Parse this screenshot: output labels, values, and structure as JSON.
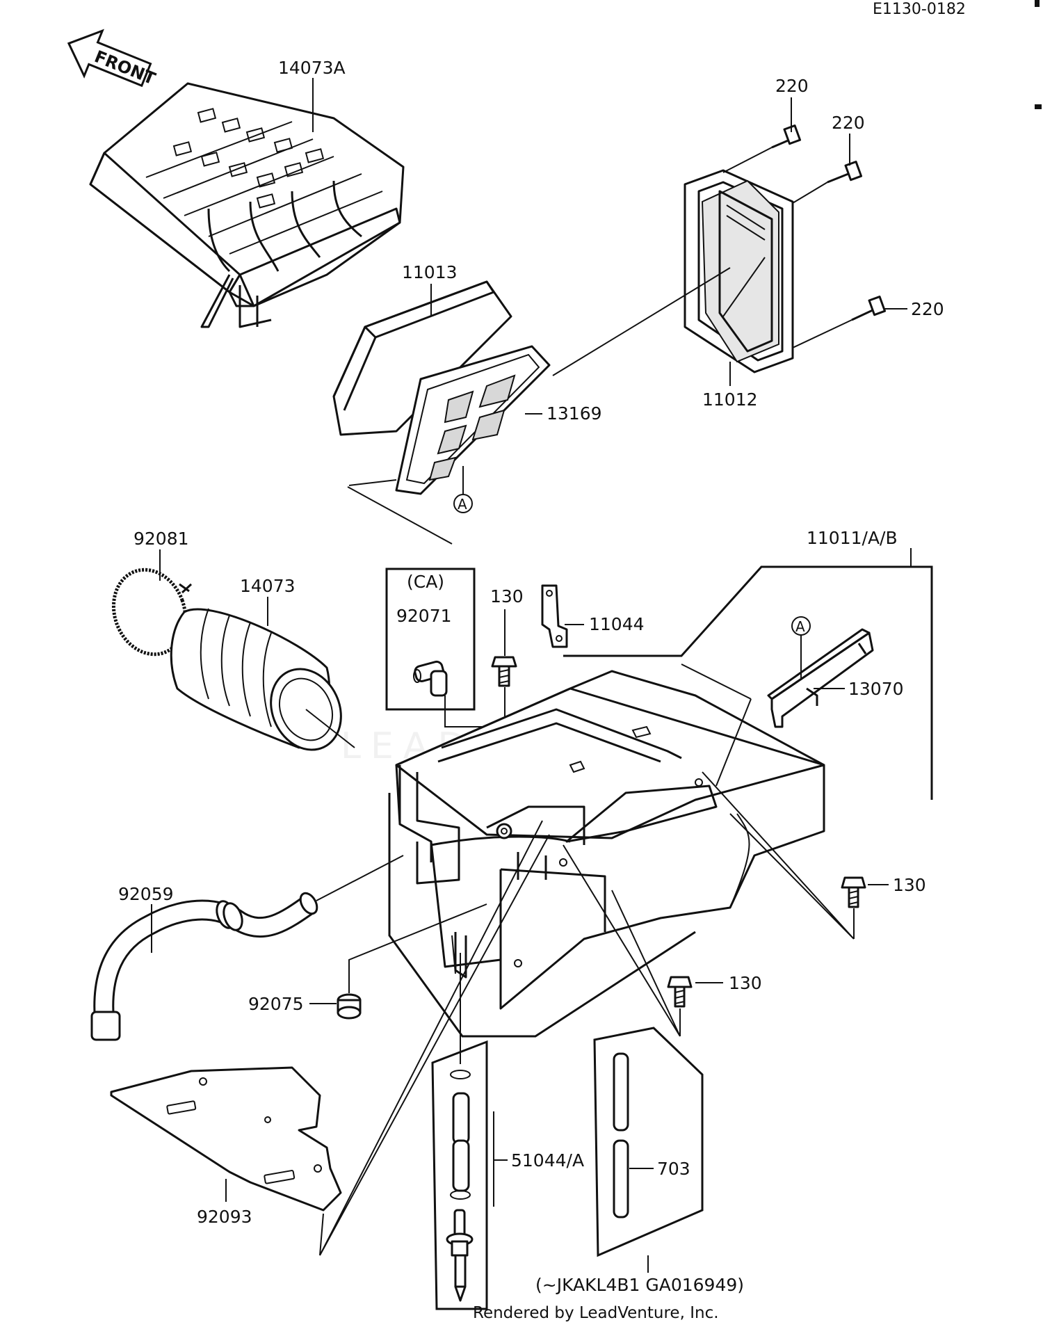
{
  "diagram_code": "E1130-0182",
  "front_arrow": "FRONT",
  "parts": {
    "p14073A": "14073A",
    "p220a": "220",
    "p220b": "220",
    "p220c": "220",
    "p11013": "11013",
    "p13169": "13169",
    "p11012": "11012",
    "markA1": "A",
    "p92081": "92081",
    "p14073": "14073",
    "ca_label": "(CA)",
    "p92071": "92071",
    "p130a": "130",
    "p11044": "11044",
    "p11011": "11011/A/B",
    "markA2": "A",
    "p13070": "13070",
    "p92059": "92059",
    "p130b": "130",
    "p92075": "92075",
    "p130c": "130",
    "p51044": "51044/A",
    "p703": "703",
    "p92093": "92093",
    "serial_note": "(~JKAKL4B1 GA016949)"
  },
  "watermark": "LEADVENTURE",
  "footer": "Rendered by LeadVenture, Inc."
}
